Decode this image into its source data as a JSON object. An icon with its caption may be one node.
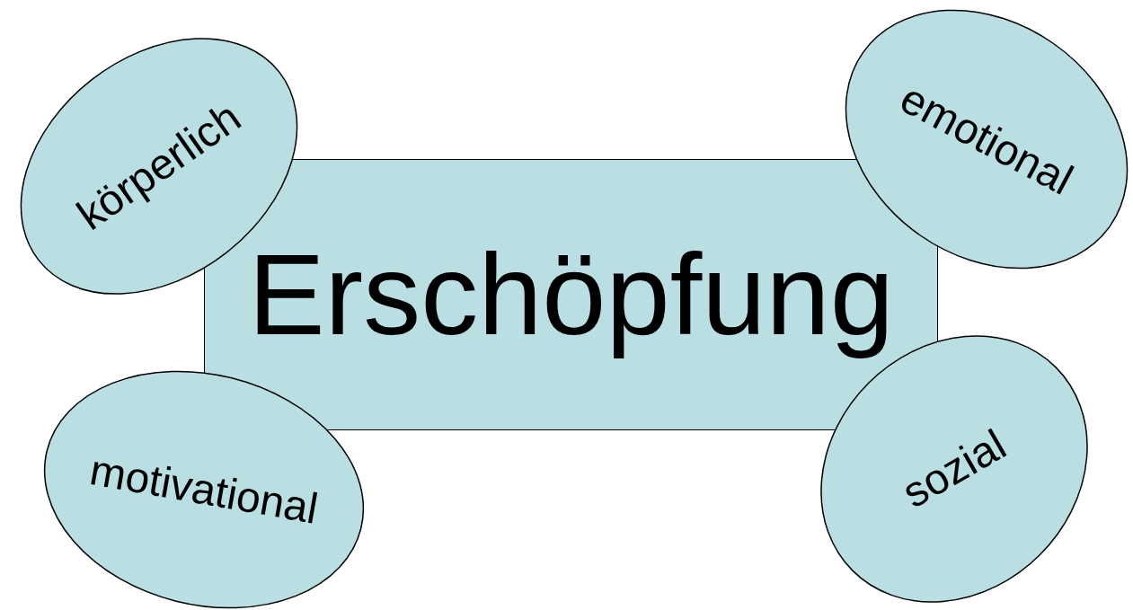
{
  "diagram": {
    "nodes": [
      {
        "text": [
          "körperlich"
        ]
      },
      {
        "text": [
          "emotional"
        ]
      },
      {
        "text": [
          "Erschöpfung"
        ]
      },
      {
        "text": [
          "motivational"
        ]
      },
      {
        "text": [
          "sozial"
        ]
      }
    ]
  }
}
